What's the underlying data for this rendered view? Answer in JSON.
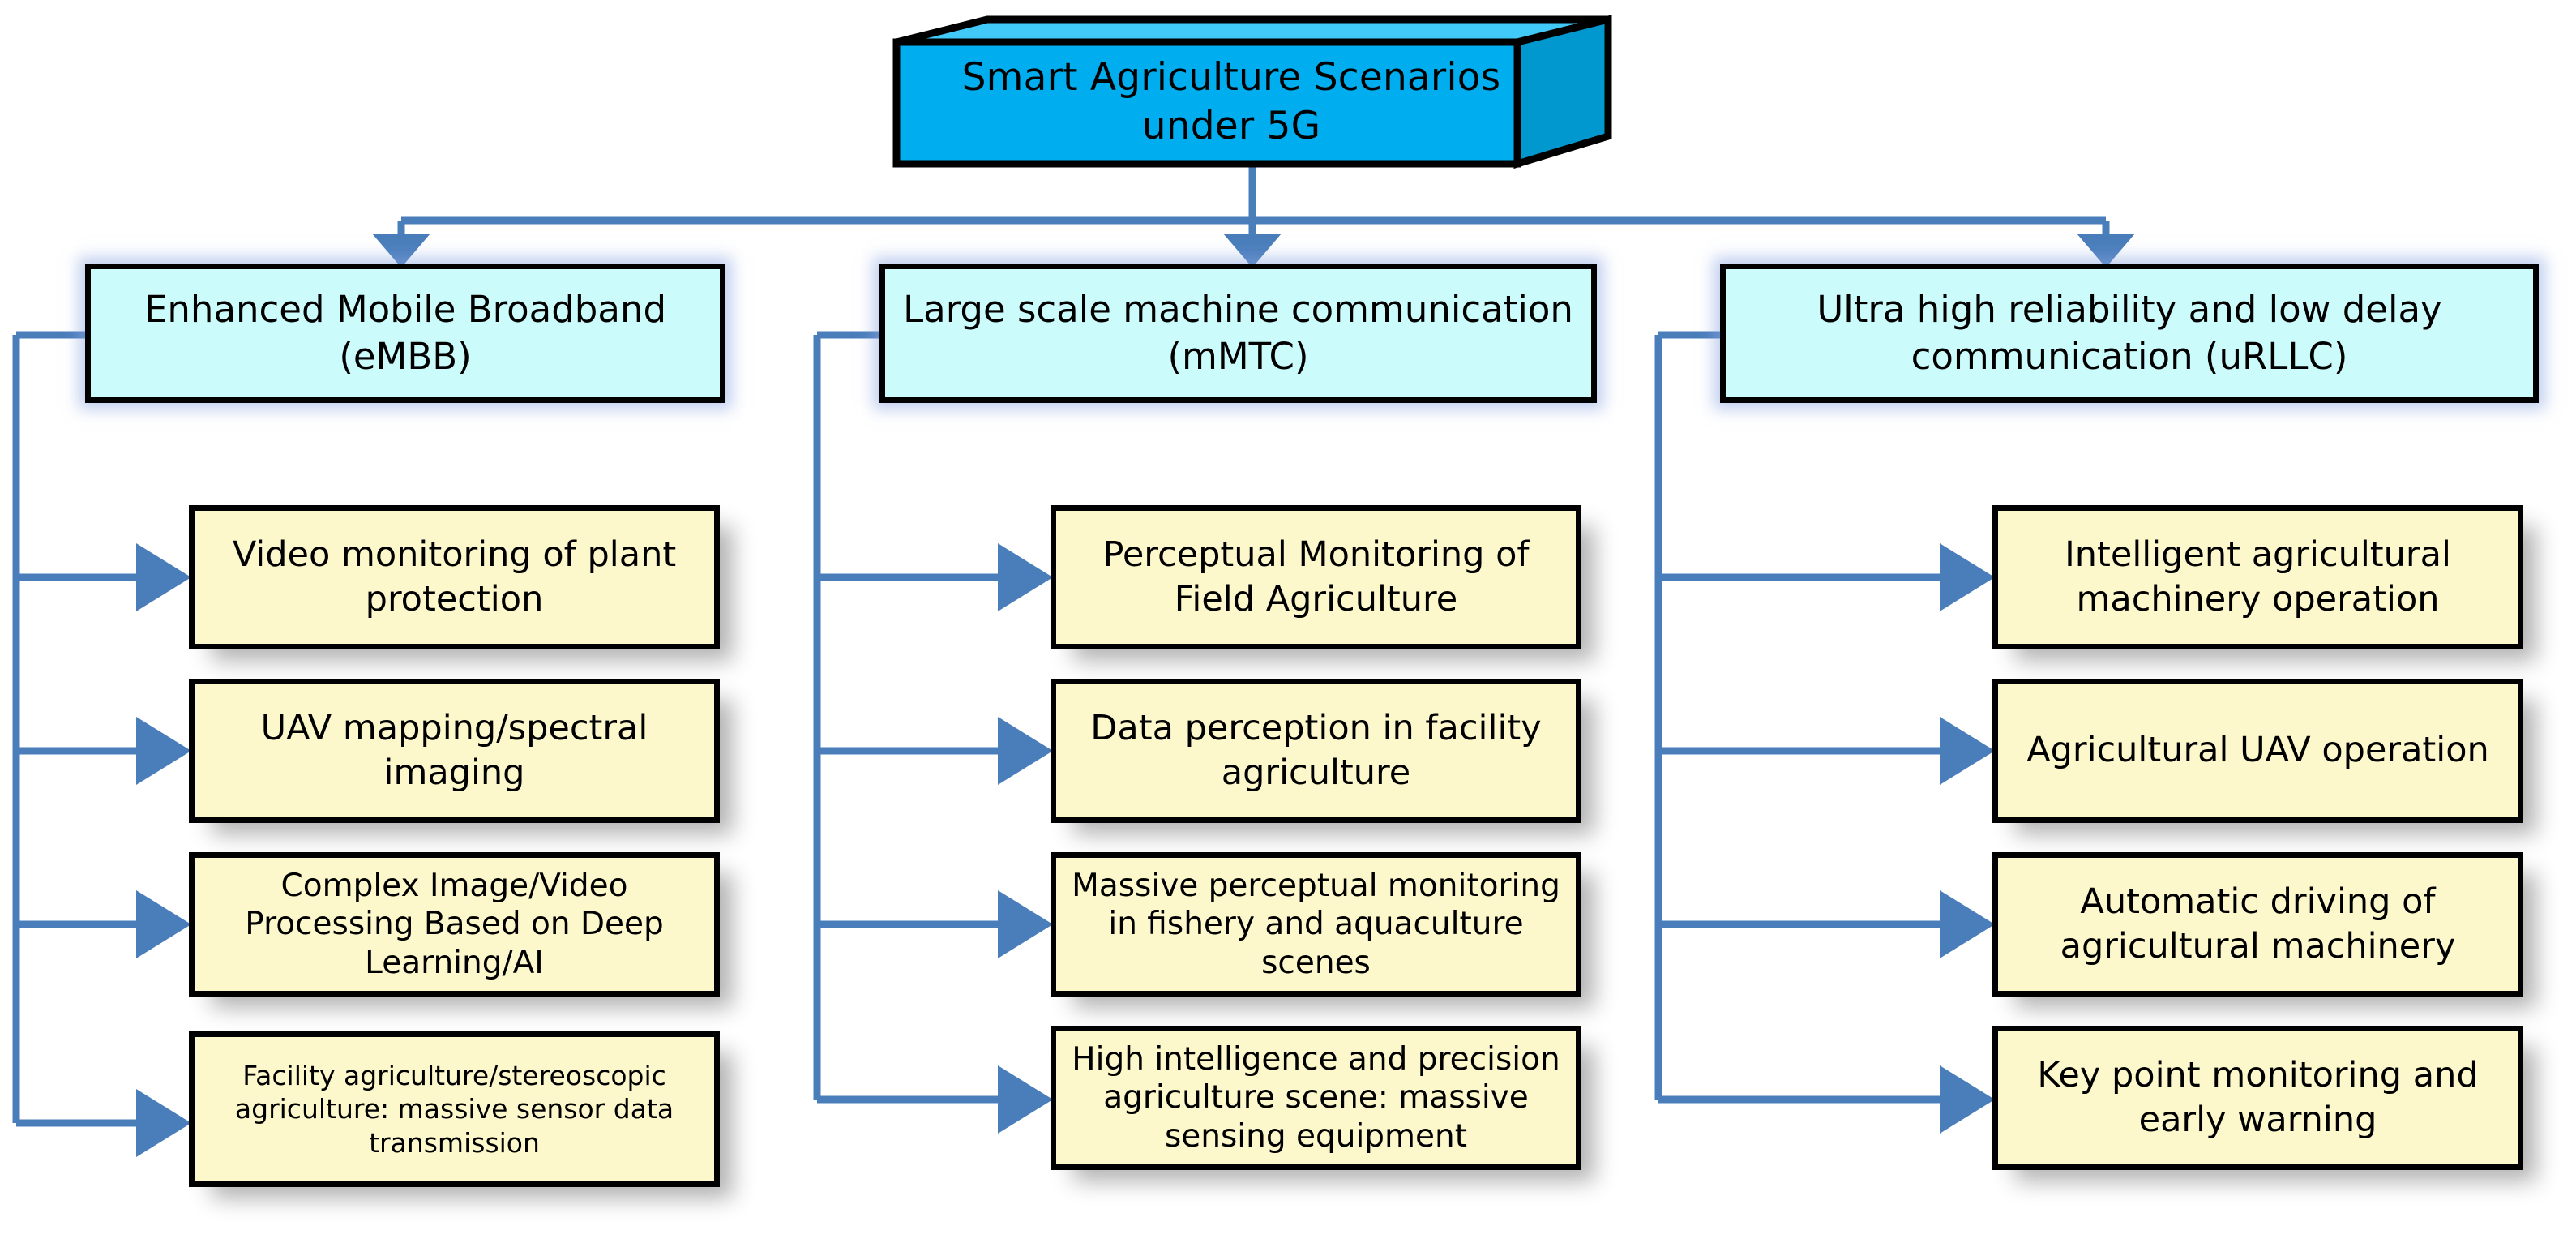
{
  "diagram": {
    "title": "Smart Agriculture Scenarios under 5G",
    "root": {
      "label_line1": "Smart Agriculture Scenarios",
      "label_line2": "under 5G"
    },
    "colors": {
      "root_fill": "#00AEEF",
      "root_top_face": "#41C9F7",
      "root_side_face": "#0098CF",
      "category_fill": "#CCFBFC",
      "leaf_fill": "#FDF8CB",
      "connector": "#4A7EBB",
      "border": "#000000",
      "glow": "#8CA5E1",
      "shadow": "#B4B4B4"
    },
    "branches": [
      {
        "id": "embb",
        "category": "Enhanced Mobile Broadband (eMBB)",
        "leaves": [
          "Video monitoring of plant protection",
          "UAV mapping/spectral imaging",
          "Complex Image/Video Processing Based on Deep Learning/AI",
          "Facility agriculture/stereoscopic agriculture: massive sensor data transmission"
        ]
      },
      {
        "id": "mmtc",
        "category": "Large scale machine communication (mMTC)",
        "leaves": [
          "Perceptual Monitoring of Field Agriculture",
          "Data perception in facility agriculture",
          "Massive perceptual monitoring in fishery and aquaculture scenes",
          "High intelligence and precision agriculture scene: massive sensing equipment"
        ]
      },
      {
        "id": "urllc",
        "category": "Ultra high reliability and low delay communication (uRLLC)",
        "leaves": [
          "Intelligent agricultural machinery operation",
          "Agricultural UAV operation",
          "Automatic driving of agricultural machinery",
          "Key point monitoring and early warning"
        ]
      }
    ]
  }
}
